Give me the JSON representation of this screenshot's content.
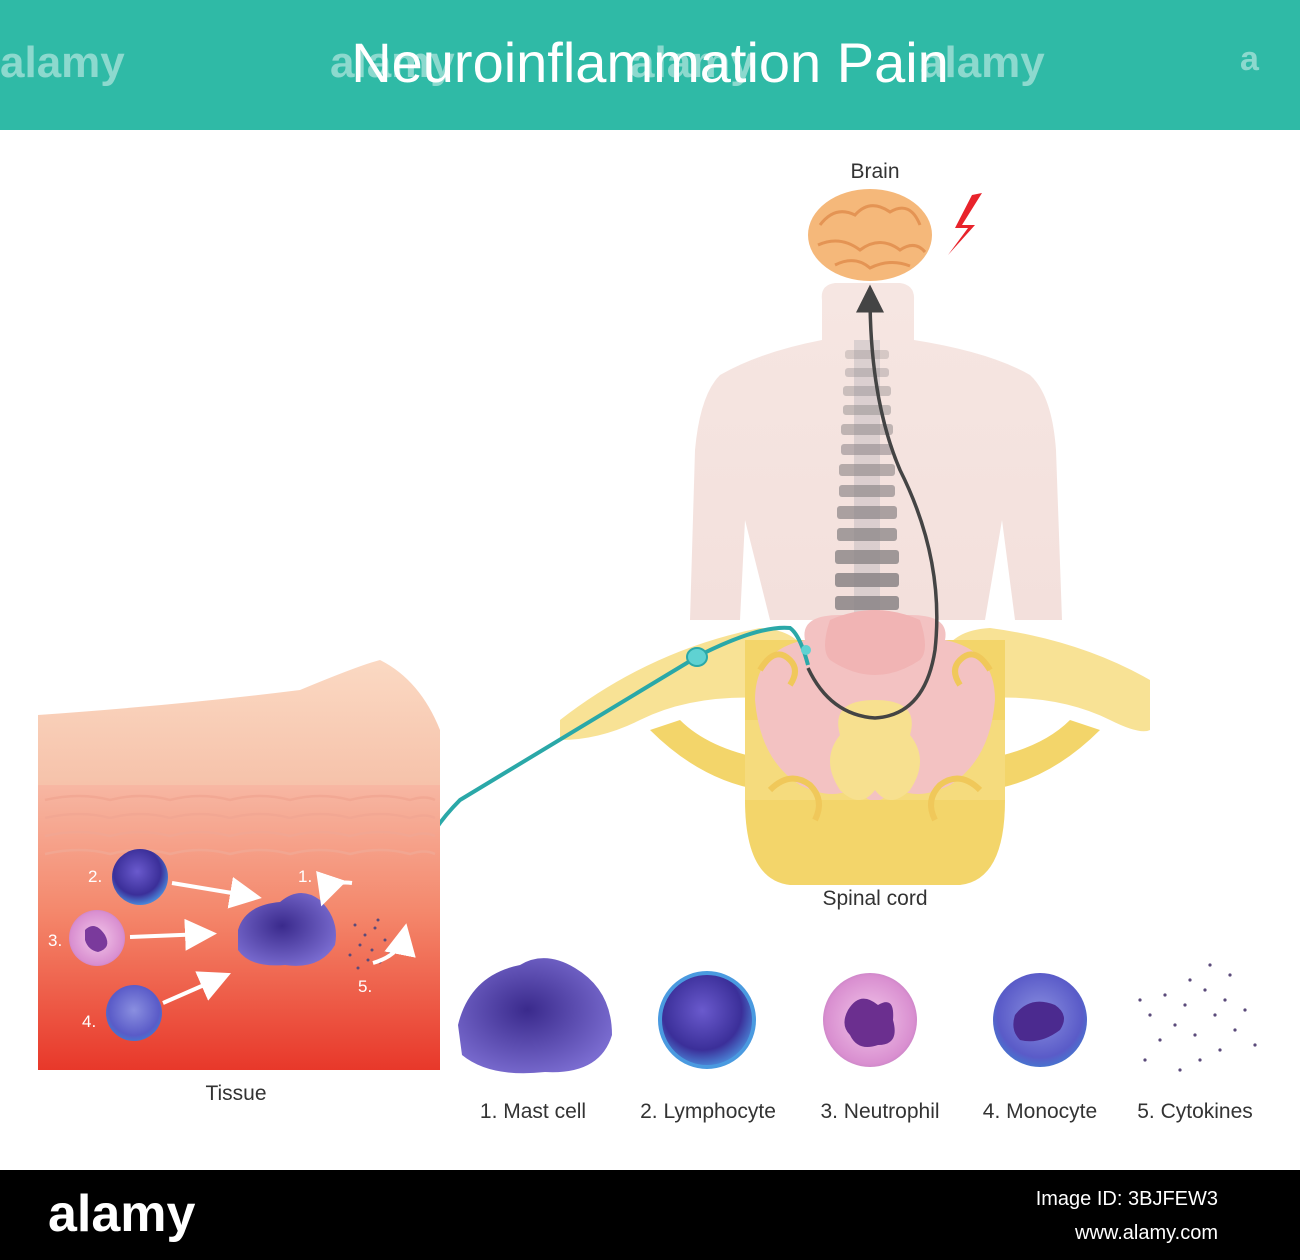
{
  "header": {
    "title": "Neuroinflammation Pain",
    "watermark": "alamy",
    "watermark_short": "a",
    "bg_color": "#2fbaa6"
  },
  "diagram": {
    "brain_label": "Brain",
    "spinal_cord_label": "Spinal cord",
    "tissue_label": "Tissue",
    "tissue_markers": [
      "1.",
      "2.",
      "3.",
      "4.",
      "5."
    ],
    "legend": [
      {
        "label": "1. Mast cell",
        "icon": "mast-cell-icon"
      },
      {
        "label": "2. Lymphocyte",
        "icon": "lymphocyte-icon"
      },
      {
        "label": "3. Neutrophil",
        "icon": "neutrophil-icon"
      },
      {
        "label": "4. Monocyte",
        "icon": "monocyte-icon"
      },
      {
        "label": "5. Cytokines",
        "icon": "cytokines-icon"
      }
    ],
    "colors": {
      "nerve": "#2aa8a8",
      "pain_bolt": "#e8232b",
      "brain": "#f5b87a",
      "spinal": "#f3d56a",
      "tissue_bottom": "#e8382a"
    }
  },
  "footer": {
    "logo": "alamy",
    "image_id": "Image ID: 3BJFEW3",
    "url": "www.alamy.com"
  }
}
